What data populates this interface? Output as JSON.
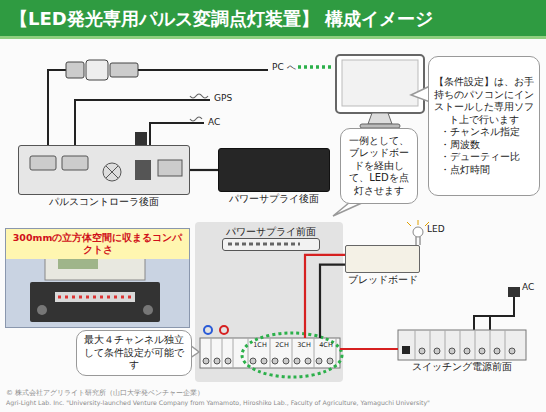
{
  "diagram": {
    "title": "【LED発光専用パルス変調点灯装置】 構成イメージ",
    "nodes": [
      {
        "text": [
          "パルスコントローラ後面"
        ]
      },
      {
        "text": [
          "パワーサプライ後面"
        ]
      },
      {
        "text": [
          "【条件設定】は、お手持ちのパソコンにインストールした専用ソフト上で行います",
          "・チャンネル指定",
          "・周波数",
          "・デューティー比",
          "・点灯時間"
        ]
      },
      {
        "text": [
          "一例として、ブレッドボードを経由して、LEDを点灯させます"
        ]
      },
      {
        "text": [
          "パワーサプライ前面"
        ]
      },
      {
        "text": [
          "ブレッドボード"
        ]
      },
      {
        "text": [
          "1CH",
          "2CH",
          "3CH",
          "4CH"
        ]
      },
      {
        "text": [
          "スイッチング電源前面"
        ]
      },
      {
        "text": [
          "300mmの立方体空間に収まるコンパクトさ"
        ]
      },
      {
        "text": [
          "最大４チャンネル独立して条件設定が可能です"
        ]
      }
    ],
    "edges": [
      {
        "from": 0,
        "to": 1,
        "arrow": "none"
      },
      {
        "from": 6,
        "to": 5,
        "arrow": "none"
      },
      {
        "from": 6,
        "to": 5,
        "arrow": "none"
      },
      {
        "from": 6,
        "to": 7,
        "arrow": "none"
      }
    ],
    "labels": [
      "PC へ",
      "GPS",
      "AC",
      "LED",
      "AC",
      "© 株式会社アグリライト研究所（山口大学発ベンチャー企業）",
      "Agri-Light Lab. Inc. \"University-launched Venture Company from Yamamoto, Hiroshiko Lab., Faculty of Agriculture, Yamaguchi University\""
    ]
  }
}
